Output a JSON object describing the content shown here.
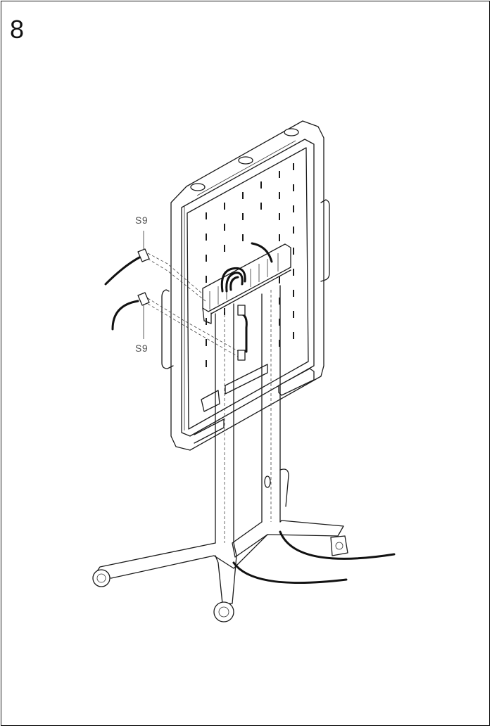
{
  "step_number": "8",
  "callouts": [
    {
      "label": "S9"
    },
    {
      "label": "S9"
    }
  ],
  "colors": {
    "line": "#1a1a1a",
    "background": "#ffffff",
    "callout_text": "#555555"
  }
}
